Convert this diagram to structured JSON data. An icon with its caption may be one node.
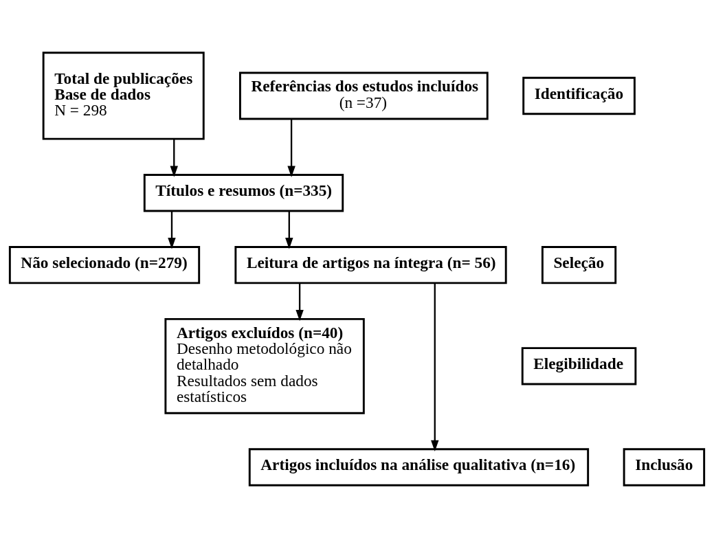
{
  "diagram": {
    "nodes": [
      {
        "text": [
          "Total de publicações Base de dados",
          "N = 298"
        ]
      },
      {
        "text": [
          "Referências dos estudos incluídos",
          "(n =37)"
        ]
      },
      {
        "text": [
          "Títulos e resumos (n=335)"
        ]
      },
      {
        "text": [
          "Leitura de artigos na íntegra (n= 56)"
        ]
      },
      {
        "text": [
          "Não selecionado (n=279)"
        ]
      },
      {
        "text": [
          "Artigos excluídos (n=40)",
          "Desenho metodológico não detalhado",
          "Resultados sem dados estatísticos"
        ]
      },
      {
        "text": [
          "Artigos incluídos na análise qualitativa (n=16)"
        ]
      },
      {
        "text": [
          "Identificação"
        ]
      },
      {
        "text": [
          "Seleção"
        ]
      },
      {
        "text": [
          "Elegibilidade"
        ]
      },
      {
        "text": [
          "Inclusão"
        ]
      }
    ],
    "edges": [
      {
        "from": 0,
        "to": 2,
        "arrow": "to"
      },
      {
        "from": 1,
        "to": 2,
        "arrow": "to"
      },
      {
        "from": 2,
        "to": 3,
        "arrow": "to"
      },
      {
        "from": 2,
        "to": 4,
        "arrow": "to"
      },
      {
        "from": 3,
        "to": 5,
        "arrow": "to"
      },
      {
        "from": 3,
        "to": 6,
        "arrow": "to"
      }
    ]
  }
}
